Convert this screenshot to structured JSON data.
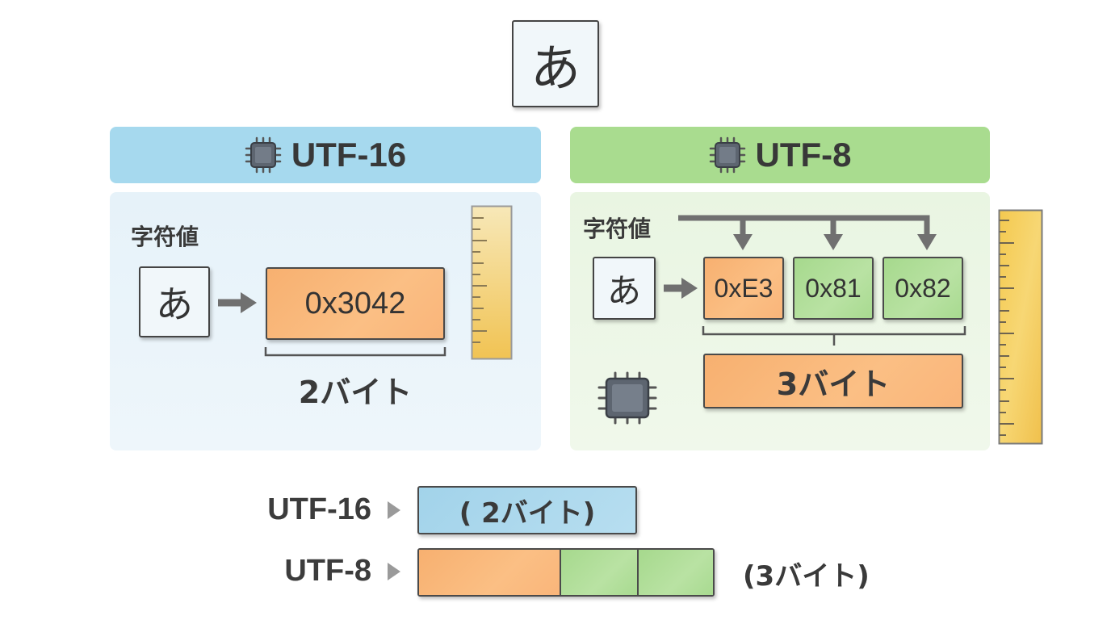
{
  "top_char": "あ",
  "utf16": {
    "title": "UTF-16",
    "char_label": "字符値",
    "char": "あ",
    "code": "0x3042",
    "bytes_label": "2バイト"
  },
  "utf8": {
    "title": "UTF-8",
    "char_label": "字符値",
    "char": "あ",
    "bytes": [
      "0xE3",
      "0x81",
      "0x82"
    ],
    "bytes_label": "3バイト"
  },
  "legend": {
    "utf16_label": "UTF-16",
    "utf16_bar_text": "( 2バイト)",
    "utf8_label": "UTF-8",
    "utf8_bar_text": "(3バイト)"
  },
  "colors": {
    "blue": "#a6d9ee",
    "green": "#a9dc8f",
    "orange": "#f9b57a",
    "ruler": "#f3c85c"
  }
}
